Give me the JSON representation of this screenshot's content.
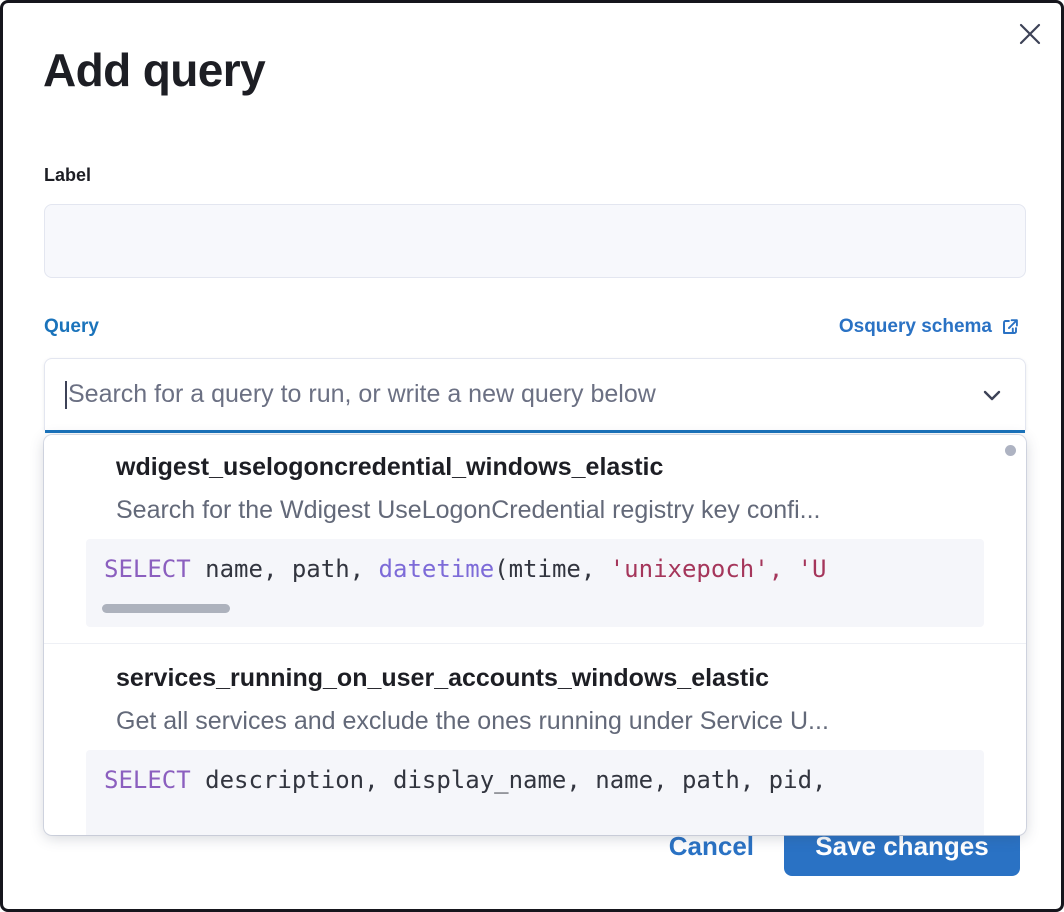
{
  "modal": {
    "title": "Add query",
    "close_icon": "close-icon"
  },
  "label_field": {
    "label": "Label",
    "value": "",
    "placeholder": ""
  },
  "query_section": {
    "label": "Query",
    "schema_link_text": "Osquery schema",
    "schema_link_icon": "external-link-icon"
  },
  "combobox": {
    "placeholder": "Search for a query to run, or write a new query below",
    "value": "",
    "chevron_icon": "chevron-down-icon"
  },
  "dropdown": {
    "items": [
      {
        "title": "wdigest_uselogoncredential_windows_elastic",
        "description": "Search for the Wdigest UseLogonCredential registry key confi...",
        "code_prefix": "SELECT",
        "code_mid": " name, path, ",
        "code_fn": "datetime",
        "code_args": "(mtime, ",
        "code_str1": "'unixepoch'",
        "code_tail": ", 'U",
        "has_scrollbar": true
      },
      {
        "title": "services_running_on_user_accounts_windows_elastic",
        "description": "Get all services and exclude the ones running under Service U...",
        "code_prefix": "SELECT",
        "code_mid": " description, display_name, name, path, pid,",
        "code_fn": "",
        "code_args": "",
        "code_str1": "",
        "code_tail": "",
        "has_scrollbar": false
      }
    ]
  },
  "footer": {
    "cancel_label": "Cancel",
    "save_label": "Save changes"
  },
  "colors": {
    "accent_blue": "#2a72c4",
    "focus_underline": "#1a73bb",
    "title_dark": "#1d1e24",
    "muted_text": "#636979",
    "code_keyword": "#8b5fbf",
    "code_string": "#a5365b",
    "input_bg": "#f7f8fc"
  }
}
